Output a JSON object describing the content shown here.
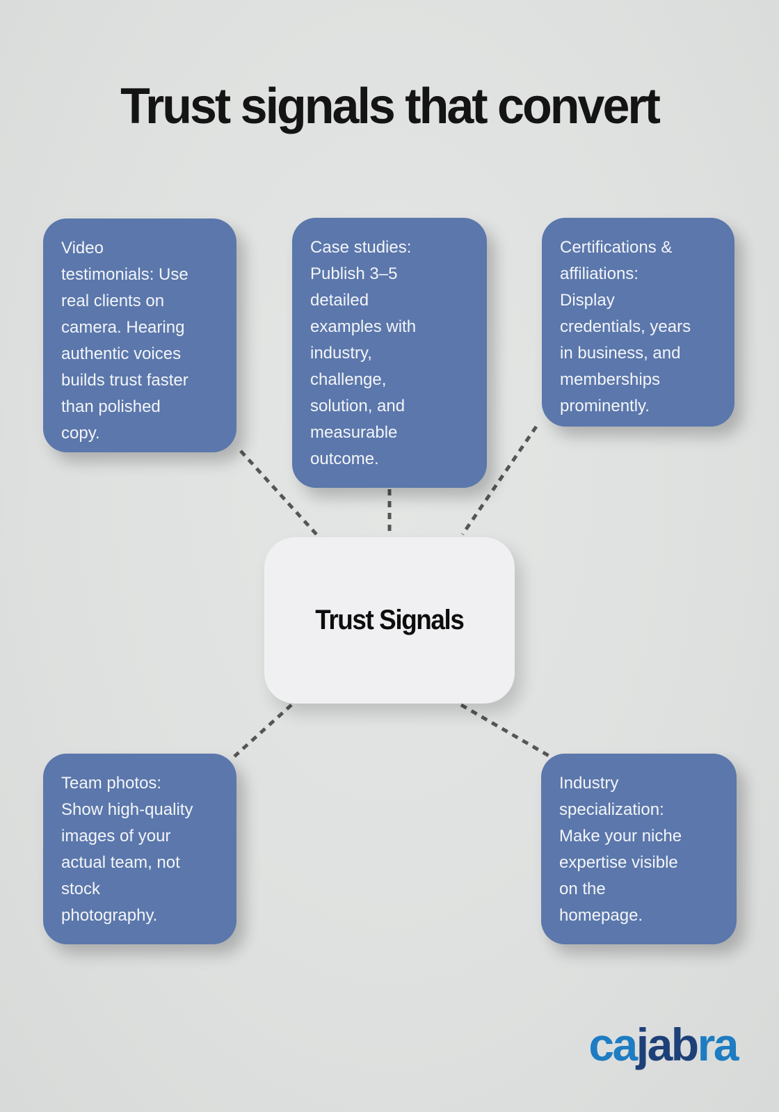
{
  "page": {
    "title": "Trust signals that convert",
    "background_color": "#dfe1e0",
    "title_color": "#141414"
  },
  "diagram": {
    "center": {
      "label": "Trust Signals",
      "bg_color": "#f0f0f2",
      "text_color": "#0d0d0d"
    },
    "node_color": "#5b77ab",
    "node_text_color": "#f3f5f9",
    "connector_color": "#555555",
    "nodes": [
      {
        "id": "video-testimonials",
        "text": "Video\ntestimonials: Use\nreal clients on\ncamera. Hearing\nauthentic voices\nbuilds trust faster\nthan polished\ncopy."
      },
      {
        "id": "case-studies",
        "text": "Case studies:\nPublish 3–5\ndetailed\nexamples with\nindustry,\nchallenge,\nsolution, and\nmeasurable\noutcome."
      },
      {
        "id": "certifications-affiliations",
        "text": "Certifications &\naffiliations:\nDisplay\ncredentials, years\nin business, and\nmemberships\nprominently."
      },
      {
        "id": "team-photos",
        "text": "Team photos:\nShow high-quality\nimages of your\nactual team, not\nstock\nphotography."
      },
      {
        "id": "industry-specialization",
        "text": "Industry\nspecialization:\nMake your niche\nexpertise visible\non the\nhomepage."
      }
    ]
  },
  "logo": {
    "text": "cajabra",
    "segments": [
      {
        "text": "ca",
        "color": "#1e7cc2"
      },
      {
        "text": "jab",
        "color": "#1e4079"
      },
      {
        "text": "ra",
        "color": "#1e7cc2"
      }
    ]
  }
}
